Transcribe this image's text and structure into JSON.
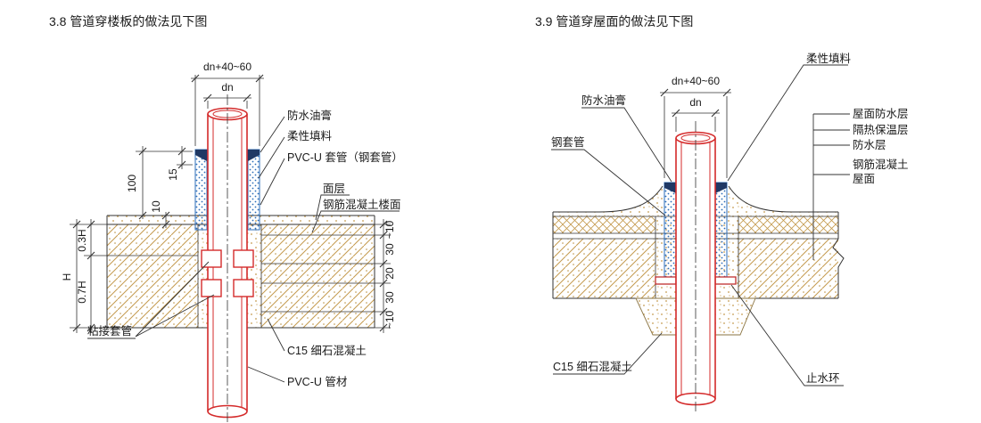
{
  "colors": {
    "pipe_red": "#d42a2a",
    "sleeve_blue": "#2b6cb8",
    "concrete_tan": "#c49a4e",
    "sealant_navy": "#1f3864",
    "line_black": "#1a1a1a"
  },
  "fig38": {
    "title": "3.8  管道穿楼板的做法见下图",
    "dims": {
      "top_outer": "dn+40~60",
      "top_inner": "dn",
      "d100": "100",
      "d15": "15",
      "d10": "10",
      "H": "H",
      "H03": "0.3H",
      "H07": "0.7H",
      "r1": "~10",
      "r2": "30",
      "r3": "20",
      "r4": "30",
      "r5": "~10"
    },
    "labels": {
      "sealant": "防水油膏",
      "filler": "柔性填料",
      "sleeve": "PVC-U 套管（钢套管）",
      "surface": "面层",
      "rc_floor": "钢筋混凝土楼面",
      "coupling": "粘接套管",
      "c15": "C15 细石混凝土",
      "pipe": "PVC-U 管材"
    }
  },
  "fig39": {
    "title": "3.9  管道穿屋面的做法见下图",
    "dims": {
      "top_outer": "dn+40~60",
      "top_inner": "dn"
    },
    "labels": {
      "filler": "柔性填料",
      "sealant": "防水油膏",
      "steel_sleeve": "钢套管",
      "roof_wp": "屋面防水层",
      "insulation": "隔热保温层",
      "wp": "防水层",
      "rc_roof_1": "钢筋混凝土",
      "rc_roof_2": "屋面",
      "c15": "C15 细石混凝土",
      "stop_ring": "止水环"
    }
  }
}
